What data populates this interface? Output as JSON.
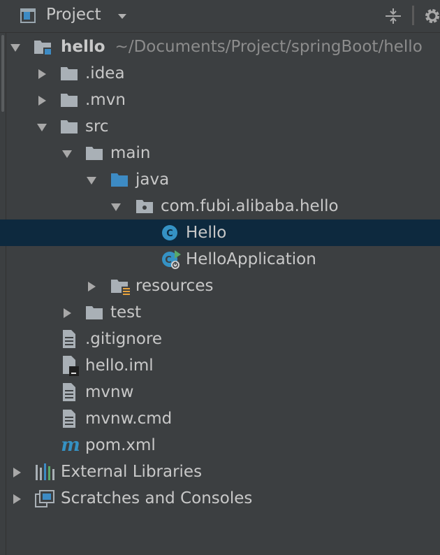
{
  "toolbar": {
    "title": "Project",
    "icons": [
      "project-view-icon",
      "chevron-down-icon",
      "collapse-all-icon",
      "gear-icon"
    ]
  },
  "tree": {
    "root": {
      "label": "hello",
      "path": "~/Documents/Project/springBoot/hello"
    },
    "items": [
      {
        "label": ".idea",
        "icon": "folder-icon"
      },
      {
        "label": ".mvn",
        "icon": "folder-icon"
      },
      {
        "label": "src",
        "icon": "folder-icon"
      },
      {
        "label": "main",
        "icon": "folder-icon"
      },
      {
        "label": "java",
        "icon": "source-folder-icon"
      },
      {
        "label": "com.fubi.alibaba.hello",
        "icon": "package-icon"
      },
      {
        "label": "Hello",
        "icon": "java-class-icon",
        "selected": true
      },
      {
        "label": "HelloApplication",
        "icon": "spring-boot-class-icon"
      },
      {
        "label": "resources",
        "icon": "resources-folder-icon"
      },
      {
        "label": "test",
        "icon": "folder-icon"
      },
      {
        "label": ".gitignore",
        "icon": "text-file-icon"
      },
      {
        "label": "hello.iml",
        "icon": "iml-file-icon"
      },
      {
        "label": "mvnw",
        "icon": "text-file-icon"
      },
      {
        "label": "mvnw.cmd",
        "icon": "text-file-icon"
      },
      {
        "label": "pom.xml",
        "icon": "maven-icon"
      },
      {
        "label": "External Libraries",
        "icon": "libraries-icon"
      },
      {
        "label": "Scratches and Consoles",
        "icon": "scratches-icon"
      }
    ]
  },
  "colors": {
    "background": "#3c3f41",
    "selection": "#0d293e",
    "text": "#c8c8c8",
    "path_text": "#8c8c8c",
    "folder": "#a9b0b6",
    "source_folder": "#3d8bc4",
    "class_icon": "#3592c4"
  }
}
